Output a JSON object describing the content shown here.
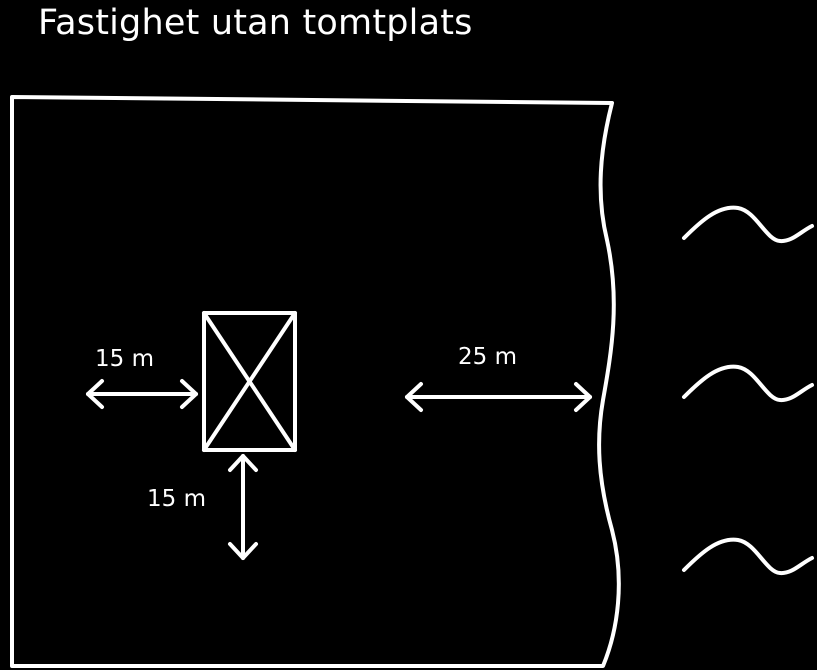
{
  "title": "Fastighet utan tomtplats",
  "labels": {
    "left_distance": "15 m",
    "bottom_distance": "15 m",
    "water_distance": "25 m"
  },
  "colors": {
    "background": "#000000",
    "stroke": "#ffffff"
  },
  "icons": [
    "building-footprint-x-icon",
    "double-arrow-icon",
    "wave-icon"
  ]
}
